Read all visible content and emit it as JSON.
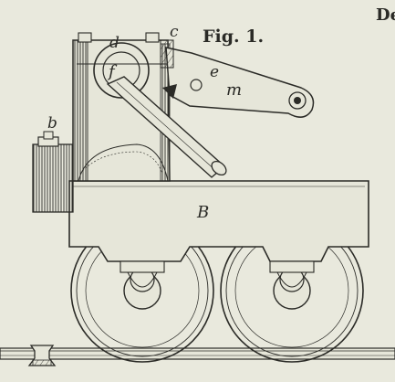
{
  "figure": {
    "title": "Fig. 1.",
    "corner_text": "De"
  },
  "labels": {
    "b": "b",
    "c": "c",
    "d": "d",
    "e": "e",
    "f": "f",
    "m": "m",
    "B": "B"
  },
  "colors": {
    "paper": "#e9e9dd",
    "ink": "#2b2b27"
  }
}
